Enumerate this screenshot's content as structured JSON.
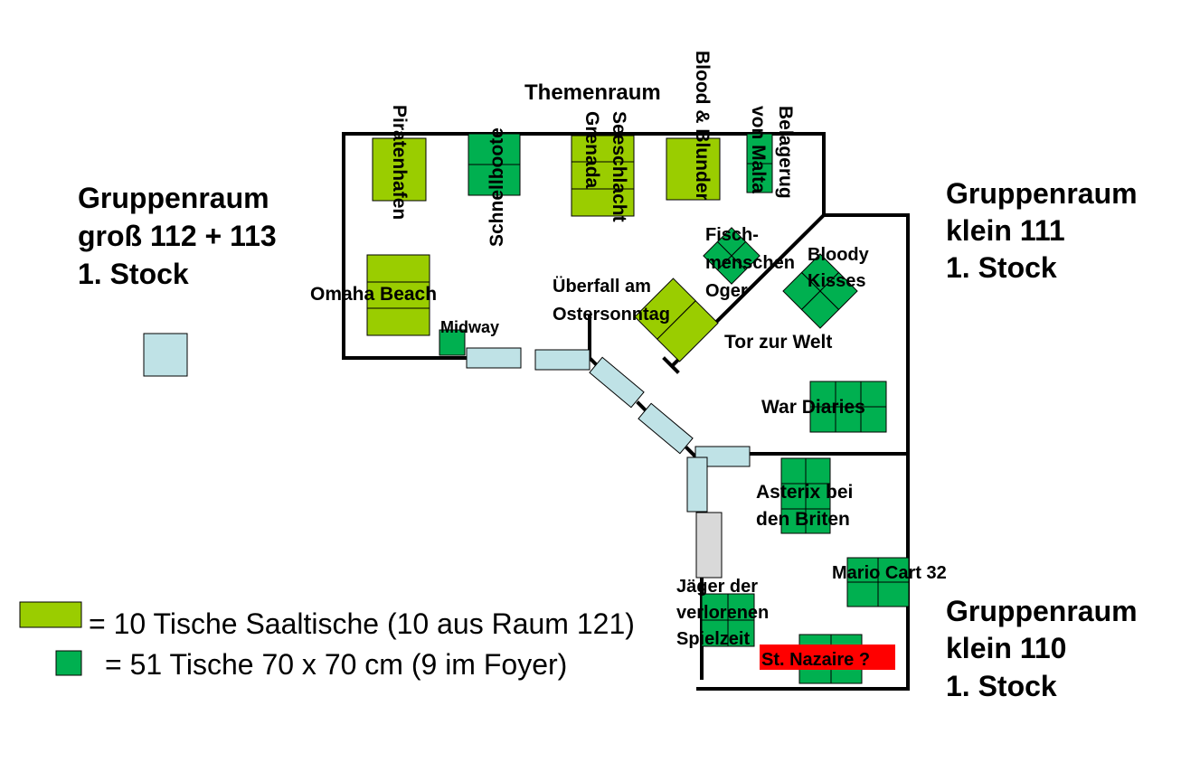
{
  "rooms": {
    "gross": [
      "Gruppenraum",
      "groß 112 + 113",
      "1. Stock"
    ],
    "klein111": [
      "Gruppenraum",
      "klein 111",
      "1. Stock"
    ],
    "klein110": [
      "Gruppenraum",
      "klein 110",
      "1. Stock"
    ],
    "themenraum": "Themenraum"
  },
  "games": {
    "piratenhafen": "Piratenhafen",
    "schnellboote": "Schnellboote",
    "seeschlacht": [
      "Seeschlacht",
      "Grenada"
    ],
    "blood_blunder": "Blood & Blunder",
    "belagerung": [
      "Belagerug",
      "von Malta"
    ],
    "omaha": "Omaha Beach",
    "midway": "Midway",
    "ueberfall": [
      "Überfall am",
      "Ostersonntag"
    ],
    "fisch": [
      "Fisch-",
      "menschen",
      "Oger"
    ],
    "bloody": [
      "Bloody",
      "Kisses"
    ],
    "tor": "Tor zur Welt",
    "war": "War Diaries",
    "asterix": [
      "Asterix bei",
      "den Briten"
    ],
    "mario": "Mario Cart 32",
    "jaeger": [
      "Jäger der",
      "verlorenen",
      "Spielzeit"
    ],
    "nazaire": "St. Nazaire ?"
  },
  "legend": {
    "saal": "= 10 Tische Saaltische (10 aus Raum 121)",
    "small": "= 51 Tische 70 x 70 cm (9 im Foyer)"
  },
  "colors": {
    "saaltisch": "#9acd00",
    "tisch_70": "#00b050",
    "foyer_tisch": "#bfe2e6",
    "highlight": "#ff0000"
  }
}
